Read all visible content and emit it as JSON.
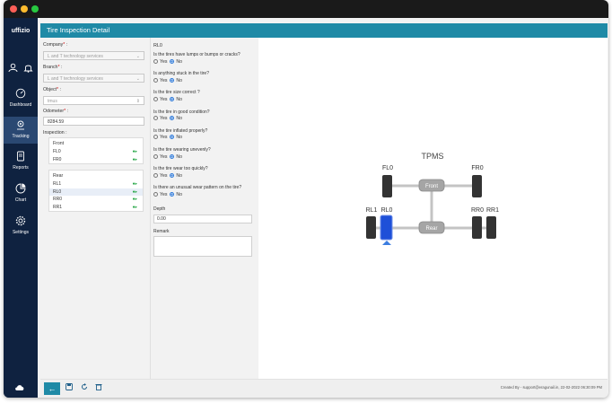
{
  "brand": "uffizio",
  "colors": {
    "header": "#1f8aa6",
    "sidebar": "#0f2240",
    "ok": "#2aa84a",
    "selected": "#2f7ad9"
  },
  "sidebar": {
    "top_icons": [
      "users-icon",
      "bell-icon"
    ],
    "items": [
      {
        "label": "Dashboard",
        "icon": "gauge-icon"
      },
      {
        "label": "Tracking",
        "icon": "location-icon"
      },
      {
        "label": "Reports",
        "icon": "document-icon"
      },
      {
        "label": "Chart",
        "icon": "chart-icon"
      },
      {
        "label": "Settings",
        "icon": "gear-icon"
      }
    ],
    "active": "Tracking"
  },
  "header": {
    "title": "Tire Inspection Detail"
  },
  "form": {
    "company": {
      "label": "Company",
      "value": "L and T technology services"
    },
    "branch": {
      "label": "Branch",
      "value": "L and T technology services"
    },
    "object": {
      "label": "Object",
      "value": "tmus"
    },
    "odometer": {
      "label": "Odometer",
      "value": "8284.59"
    },
    "inspection_label": "Inspection :",
    "front": {
      "title": "Front",
      "tires": [
        "FL0",
        "FR0"
      ]
    },
    "rear": {
      "title": "Rear",
      "tires": [
        "RL1",
        "RL0",
        "RR0",
        "RR1"
      ]
    },
    "selected_tire": "RL0"
  },
  "questions": {
    "heading": "RL0",
    "items": [
      "Is the tires have lumps or bumps or cracks?",
      "Is anything stuck in the tire?",
      "Is the tire size correct ?",
      "Is the tire in good condition?",
      "Is the tire inflated properly?",
      "Is the tire wearing unevenly?",
      "Is the tire wear too quickly?",
      "Is there an unusual wear pattern on the tire?"
    ],
    "yes_label": "Yes",
    "no_label": "No",
    "answer": "No",
    "depth_label": "Depth",
    "depth_value": "0.00",
    "remark_label": "Remark"
  },
  "diagram": {
    "title": "TPMS",
    "front_axle": "Front",
    "rear_axle": "Rear",
    "labels": [
      "FL0",
      "FR0",
      "RL1",
      "RL0",
      "RR0",
      "RR1"
    ],
    "selected": "RL0"
  },
  "footer": {
    "text": "Created By - support@eragunail.in, 22-02-2022 06:30:09 PM"
  }
}
